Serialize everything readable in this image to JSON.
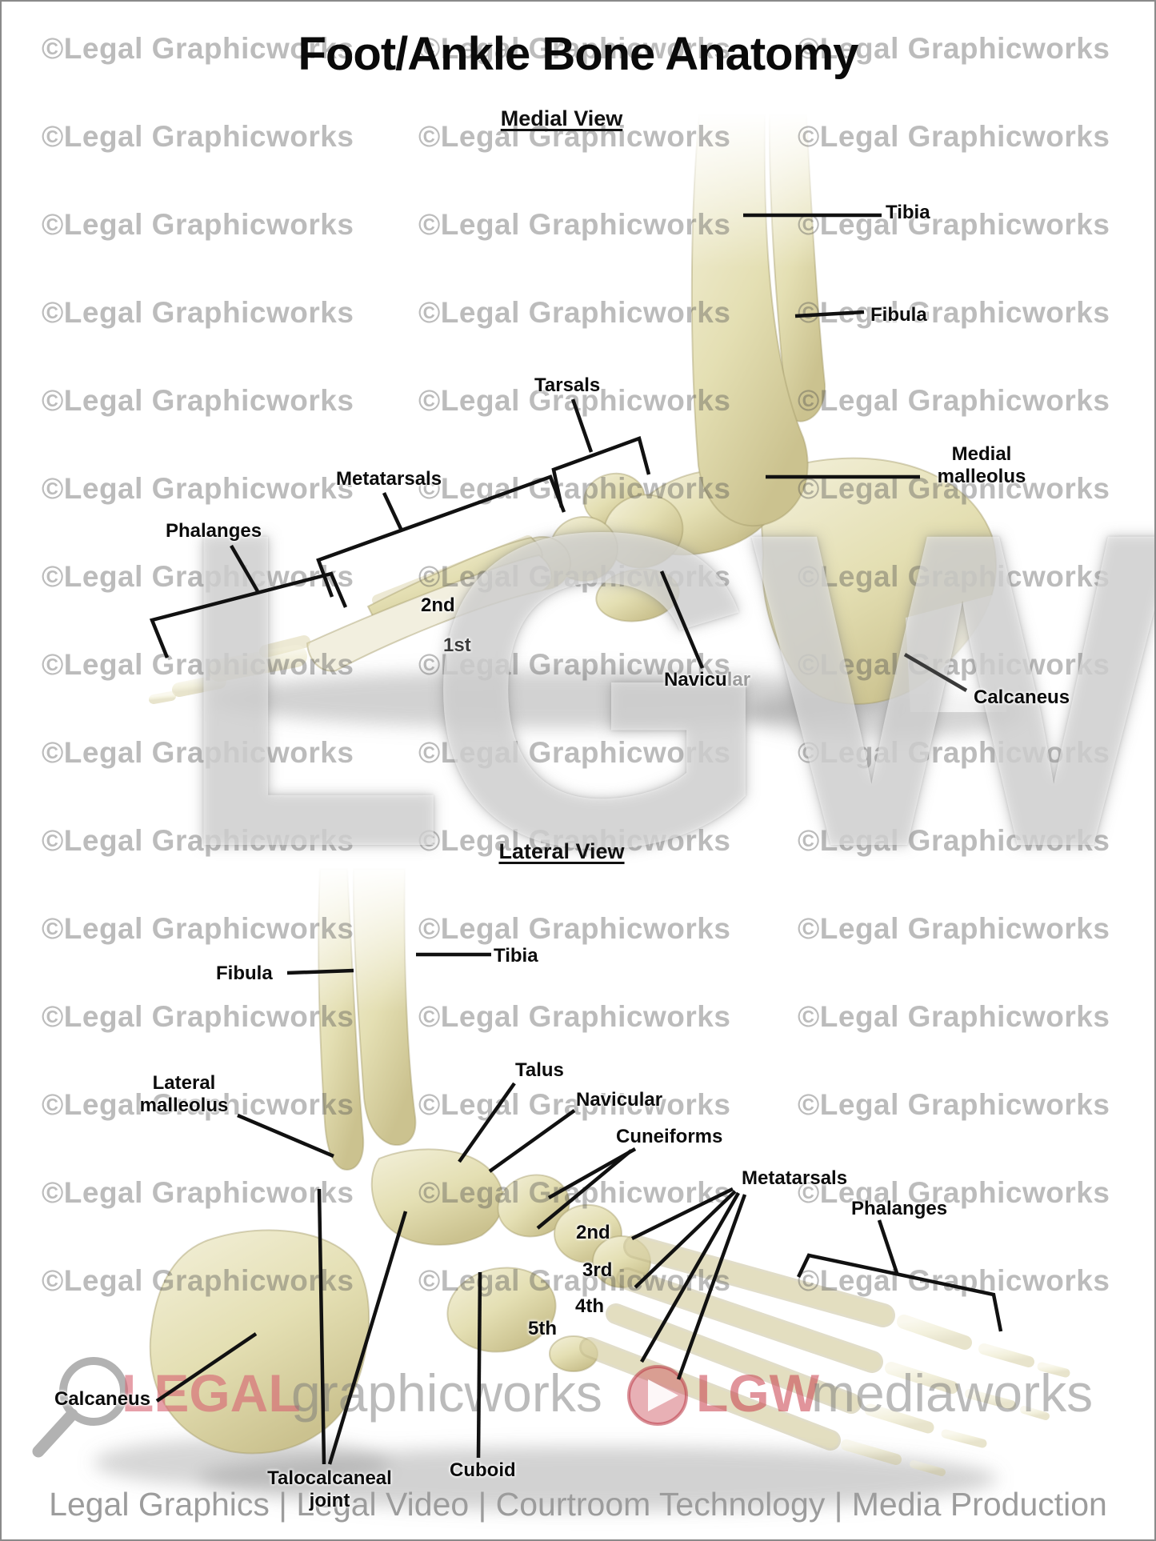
{
  "header": {
    "title": "Foot/Ankle Bone Anatomy"
  },
  "medial": {
    "title": "Medial View",
    "tibia": "Tibia",
    "fibula": "Fibula",
    "tarsals": "Tarsals",
    "metatarsals": "Metatarsals",
    "phalanges": "Phalanges",
    "second": "2nd",
    "first": "1st",
    "malleolus_line1": "Medial",
    "malleolus_line2": "malleolus",
    "navicular_main": "Navicu",
    "navicular_fade": "lar",
    "calcaneus": "Calcaneus"
  },
  "lateral": {
    "title": "Lateral View",
    "fibula": "Fibula",
    "tibia": "Tibia",
    "malleolus_line1": "Lateral",
    "malleolus_line2": "malleolus",
    "talus": "Talus",
    "navicular": "Navicular",
    "cuneiforms": "Cuneiforms",
    "metatarsals": "Metatarsals",
    "phalanges": "Phalanges",
    "second": "2nd",
    "third": "3rd",
    "fourth": "4th",
    "fifth": "5th",
    "calcaneus": "Calcaneus",
    "talocalcaneal_line1": "Talocalcaneal",
    "talocalcaneal_line2": "joint",
    "cuboid": "Cuboid"
  },
  "watermark": {
    "tile": "©Legal Graphicworks",
    "center_logo": "LGW",
    "legal": "LEGAL",
    "graphicworks": "graphicworks",
    "lgw": "LGW",
    "mediaworks": "mediaworks"
  },
  "footer": {
    "text": "Legal Graphics | Legal Video | Courtroom Technology | Media Production"
  },
  "colors": {
    "bone": "#e4dfb3",
    "bone_dark": "#cfc796",
    "watermark_gray": "#b9b9b9",
    "brand_pink": "#d66472",
    "footer_gray": "#9c9c9c",
    "label_black": "#0c0c0c"
  }
}
